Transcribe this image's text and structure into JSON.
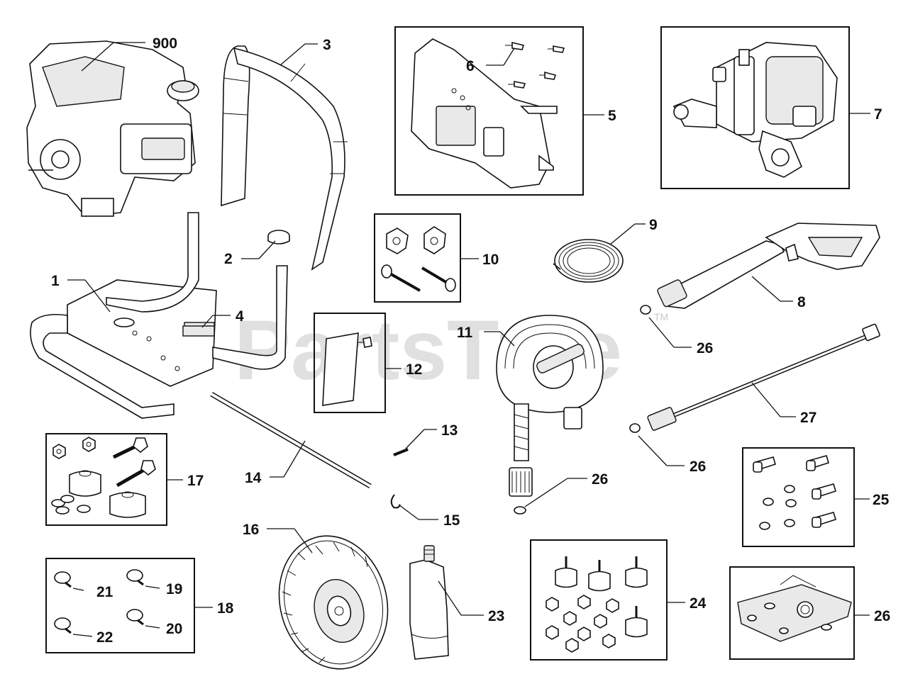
{
  "watermark": {
    "text": "PartsTree",
    "tm": "TM"
  },
  "callouts": {
    "c900": "900",
    "c1": "1",
    "c2": "2",
    "c3": "3",
    "c4": "4",
    "c5": "5",
    "c6": "6",
    "c7": "7",
    "c8": "8",
    "c9": "9",
    "c10": "10",
    "c11": "11",
    "c12": "12",
    "c13": "13",
    "c14": "14",
    "c15": "15",
    "c16": "16",
    "c17": "17",
    "c18": "18",
    "c19": "19",
    "c20": "20",
    "c21": "21",
    "c22": "22",
    "c23": "23",
    "c24": "24",
    "c25": "25",
    "c26a": "26",
    "c26b": "26",
    "c26c": "26",
    "c26d": "26",
    "c27": "27"
  }
}
